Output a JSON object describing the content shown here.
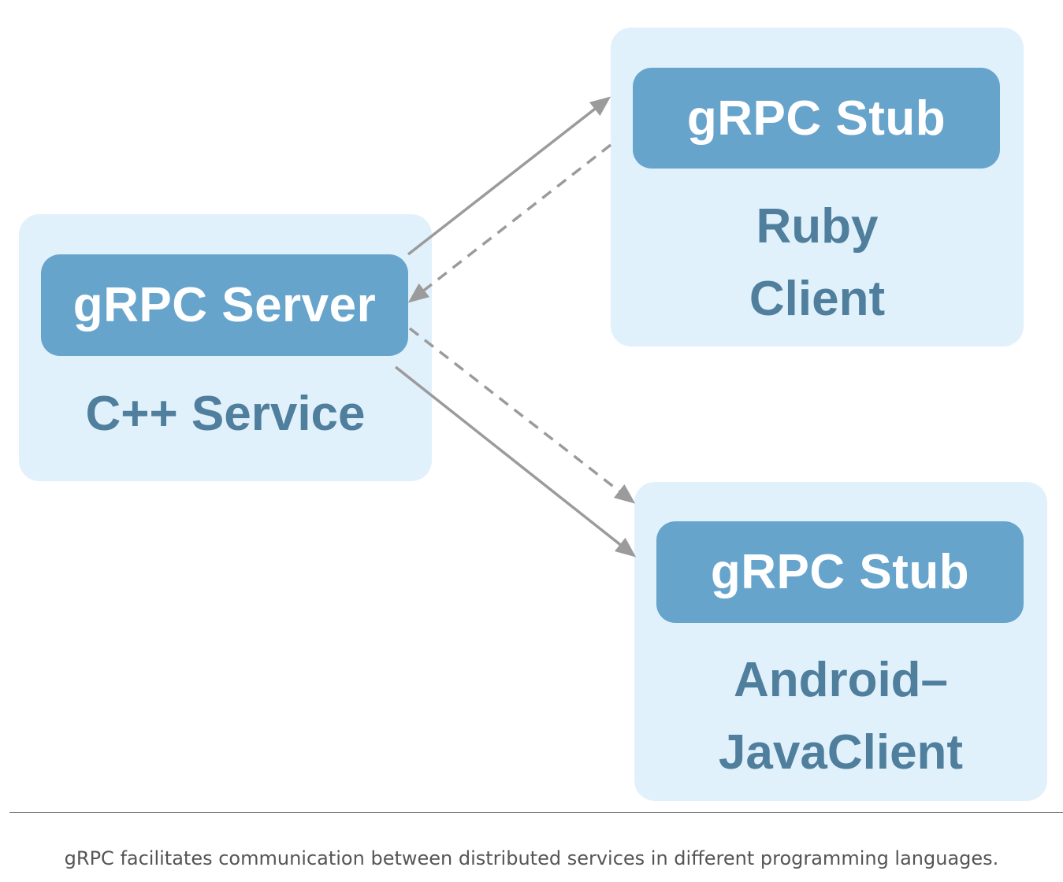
{
  "nodes": {
    "server": {
      "stub_label": "gRPC Server",
      "label_lines": [
        "C++ Service"
      ]
    },
    "ruby": {
      "stub_label": "gRPC Stub",
      "label_lines": [
        "Ruby",
        "Client"
      ]
    },
    "android": {
      "stub_label": "gRPC Stub",
      "label_lines": [
        "Android–",
        "JavaClient"
      ]
    }
  },
  "edges": [
    {
      "from": "server",
      "to": "ruby",
      "style": "solid"
    },
    {
      "from": "ruby",
      "to": "server",
      "style": "dashed"
    },
    {
      "from": "server",
      "to": "android",
      "style": "solid"
    },
    {
      "from": "server",
      "to": "android",
      "style": "dashed"
    }
  ],
  "caption": "gRPC facilitates communication between distributed services in different programming languages.",
  "colors": {
    "panel_bg": "#e1f1fc",
    "stub_bg": "#67a4cc",
    "stub_text": "#ffffff",
    "label_text": "#4f7f9c",
    "arrow": "#9b9b9b"
  }
}
